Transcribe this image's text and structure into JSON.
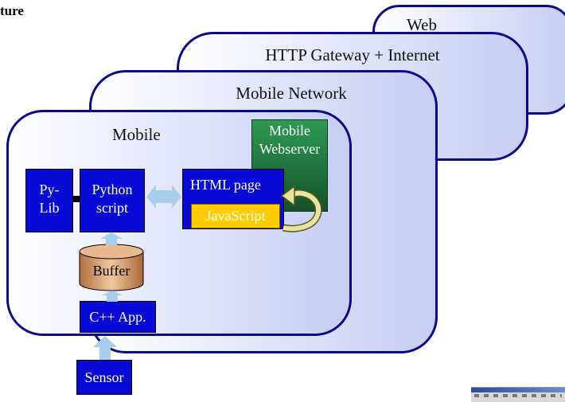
{
  "header": {
    "title_fragment": "ture"
  },
  "layers": {
    "web": "Web",
    "gateway": "HTTP Gateway + Internet",
    "mobile_network": "Mobile Network",
    "mobile": "Mobile"
  },
  "blocks": {
    "mobile_webserver_line1": "Mobile",
    "mobile_webserver_line2": "Webserver",
    "pylib_line1": "Py-",
    "pylib_line2": "Lib",
    "python_line1": "Python",
    "python_line2": "script",
    "html_page": "HTML page",
    "javascript": "JavaScript",
    "buffer": "Buffer",
    "cpp_app": "C++ App.",
    "sensor": "Sensor"
  },
  "colors": {
    "layer_border": "#0a0a8c",
    "block_blue": "#0a0ad6",
    "webserver_green": "#1e7a3c",
    "javascript_yellow": "#ffcc00",
    "buffer_tan": "#d9a070",
    "arrow_light_blue": "#a9cdec"
  }
}
